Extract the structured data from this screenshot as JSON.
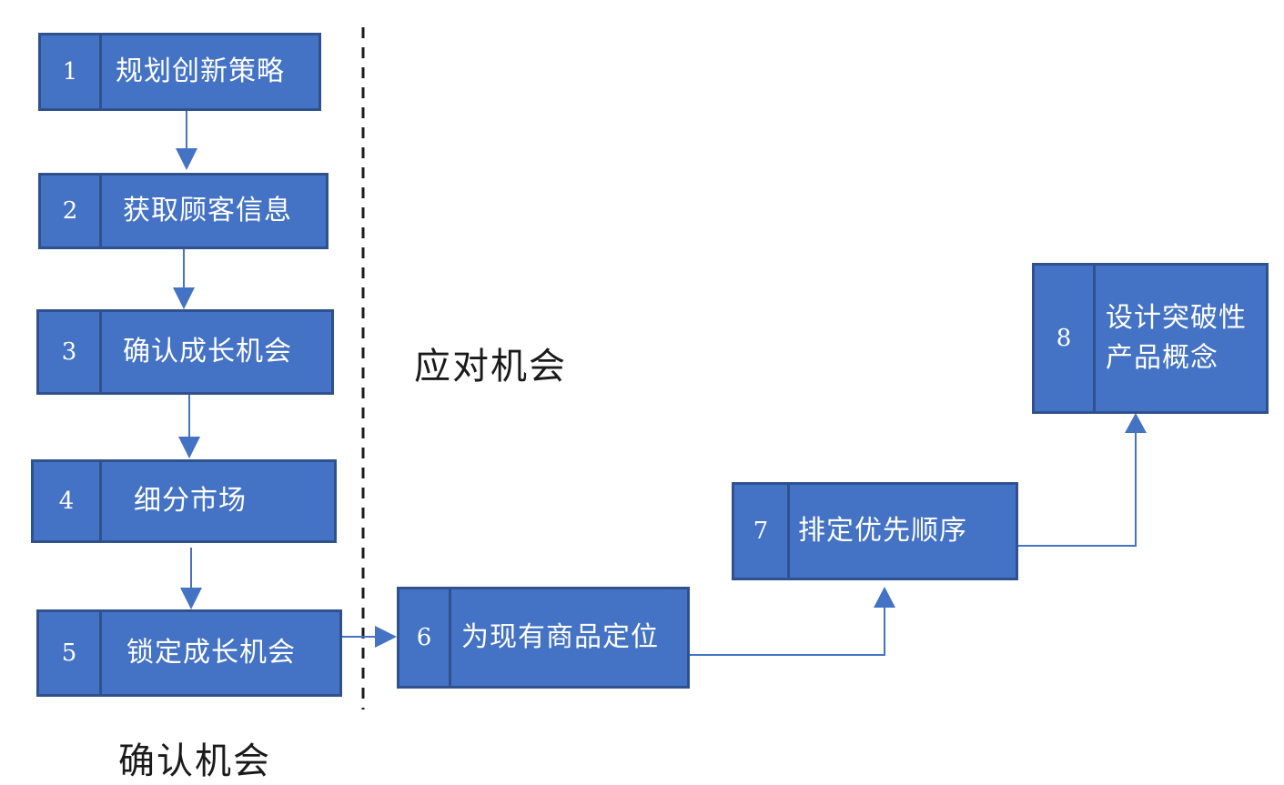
{
  "steps": [
    {
      "num": "1",
      "label": "规划创新策略"
    },
    {
      "num": "2",
      "label": "获取顾客信息"
    },
    {
      "num": "3",
      "label": "确认成长机会"
    },
    {
      "num": "4",
      "label": "细分市场"
    },
    {
      "num": "5",
      "label": "锁定成长机会"
    },
    {
      "num": "6",
      "label": "为现有商品定位"
    },
    {
      "num": "7",
      "label": "排定优先顺序"
    },
    {
      "num": "8",
      "label": "设计突破性\n产品概念"
    }
  ],
  "regions": {
    "left": "确认机会",
    "right": "应对机会"
  },
  "colors": {
    "box_fill": "#4472c4",
    "box_border": "#2f528f",
    "connector": "#4472c4",
    "divider": "#1a1a1a"
  }
}
